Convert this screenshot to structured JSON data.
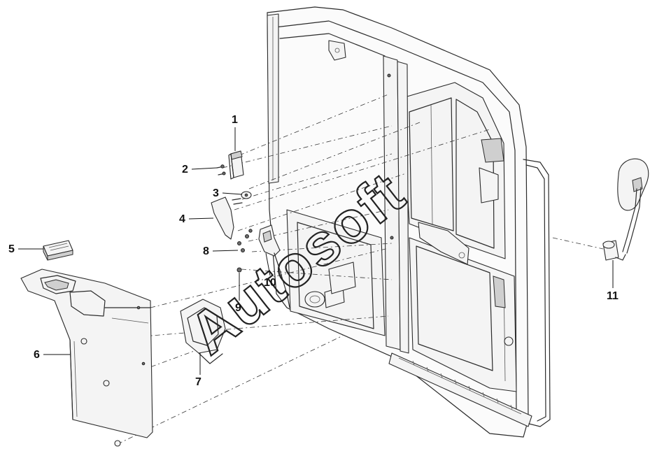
{
  "callouts": [
    {
      "id": "1",
      "label": "1"
    },
    {
      "id": "2",
      "label": "2"
    },
    {
      "id": "3",
      "label": "3"
    },
    {
      "id": "4",
      "label": "4"
    },
    {
      "id": "5",
      "label": "5"
    },
    {
      "id": "6",
      "label": "6"
    },
    {
      "id": "7",
      "label": "7"
    },
    {
      "id": "8",
      "label": "8"
    },
    {
      "id": "9",
      "label": "9"
    },
    {
      "id": "10",
      "label": "10"
    },
    {
      "id": "11",
      "label": "11"
    }
  ],
  "watermark": {
    "text": "Autosoft"
  }
}
